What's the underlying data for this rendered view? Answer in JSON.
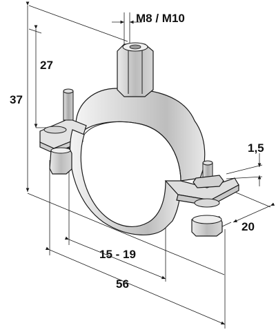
{
  "diagram": {
    "labels": {
      "thread": "M8 / M10",
      "height_inner": "27",
      "height_total": "37",
      "sheet_thickness": "1,5",
      "band_width": "20",
      "clamp_range": "15 - 19",
      "overall_width": "56"
    }
  }
}
